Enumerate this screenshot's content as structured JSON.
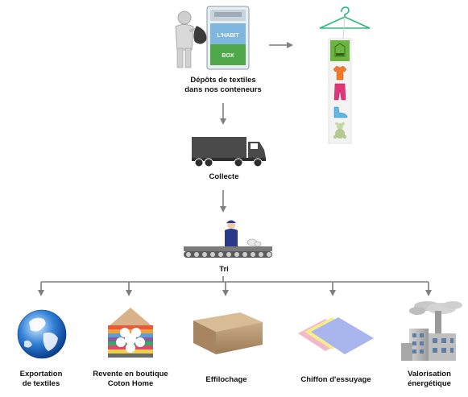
{
  "diagram": {
    "steps": {
      "deposit": {
        "line1": "Dépôts de textiles",
        "line2": "dans nos conteneurs"
      },
      "collect": {
        "label": "Collecte"
      },
      "sort": {
        "label": "Tri"
      }
    },
    "container_panel": {
      "brand": "L'HABIT",
      "tag": "BOX"
    },
    "outputs": [
      {
        "line1": "Exportation",
        "line2": "de textiles",
        "icon": "globe-icon"
      },
      {
        "line1": "Revente en boutique",
        "line2": "Coton Home",
        "icon": "striped-house-icon"
      },
      {
        "line1": "Effilochage",
        "line2": "",
        "icon": "fiber-block-icon"
      },
      {
        "line1": "Chiffon d'essuyage",
        "line2": "",
        "icon": "cloths-icon"
      },
      {
        "line1": "Valorisation",
        "line2": "énergétique",
        "icon": "factory-icon"
      }
    ],
    "colors": {
      "arrow": "#7f7f7f",
      "hanger": "#2ab97a",
      "tag_green": "#6db33f",
      "truck": "#4a4a4a",
      "worker_blue": "#2a3a8a"
    }
  }
}
